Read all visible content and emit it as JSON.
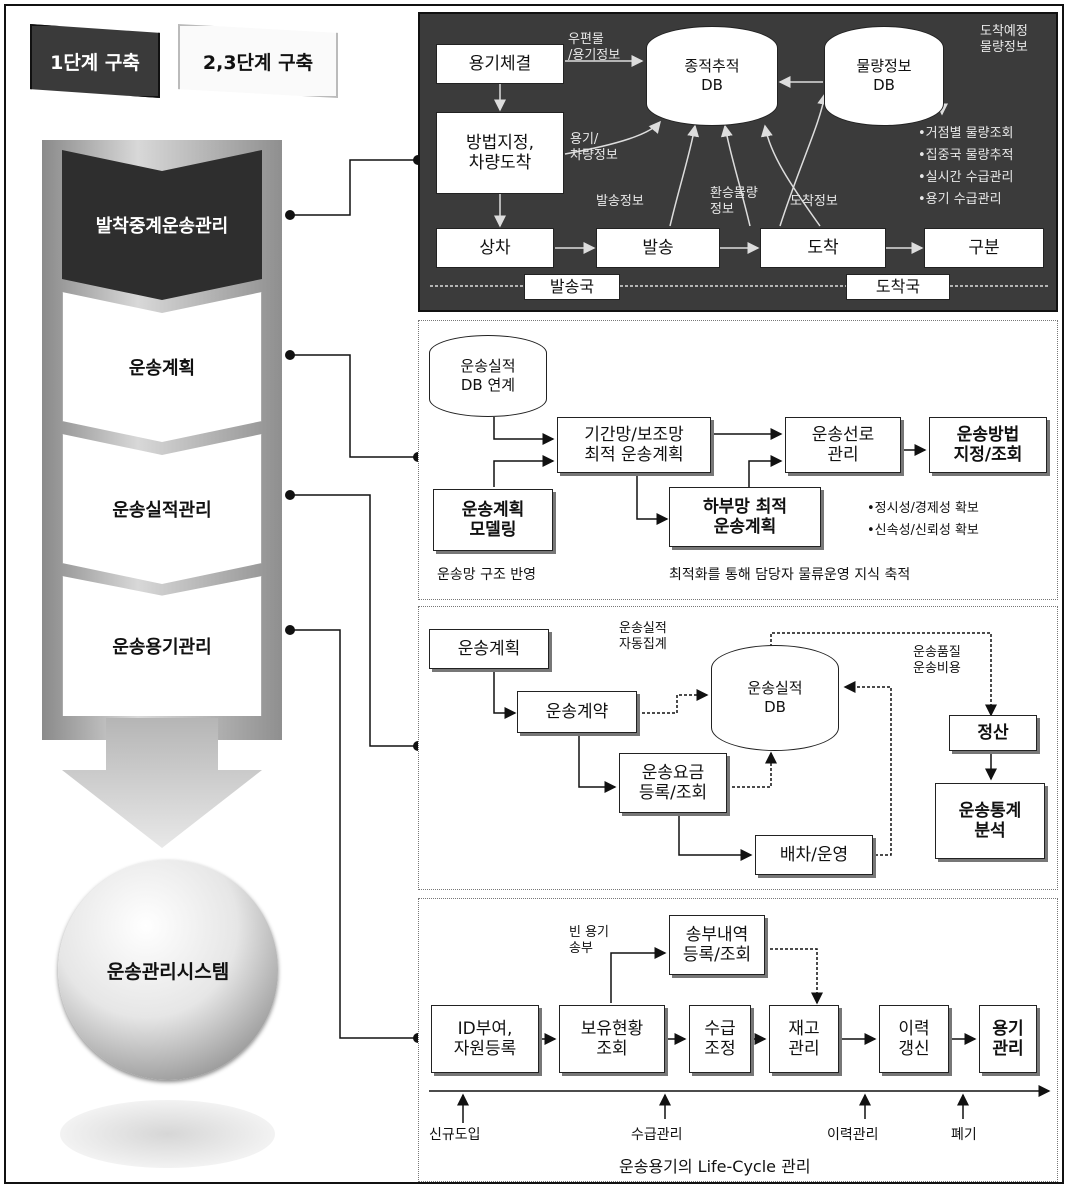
{
  "legend": {
    "stage1": "1단계 구축",
    "stage23": "2,3단계 구축"
  },
  "left_column": {
    "items": [
      "발착중계운송관리",
      "운송계획",
      "운송실적관리",
      "운송용기관리"
    ],
    "result": "운송관리시스템"
  },
  "panel1": {
    "boxes": {
      "container_bind": "용기체결",
      "route_assign": "방법지정,\n차량도착",
      "loading": "상차",
      "dispatch": "발송",
      "arrival": "도착",
      "sort": "구분"
    },
    "dbs": {
      "tracking": "종적추적\nDB",
      "volume": "물량정보\nDB"
    },
    "labels": {
      "mail_container": "우편물\n/용기정보",
      "container_vehicle": "용기/\n차량정보",
      "dispatch_info": "발송정보",
      "transfer_info": "환승물량\n정보",
      "arrival_info": "도착정보",
      "arrival_plan": "도착예정\n물량정보",
      "bullets": [
        "•거점별 물량조회",
        "•집중국 물량추적",
        "•실시간 수급관리",
        "•용기 수급관리"
      ]
    },
    "stations": {
      "origin": "발송국",
      "destination": "도착국"
    }
  },
  "panel2": {
    "db": "운송실적\nDB 연계",
    "boxes": {
      "trunk_plan": "기간망/보조망\n최적 운송계획",
      "route_mgmt": "운송선로\n관리",
      "method": "운송방법\n지정/조회",
      "modeling": "운송계획\n모델링",
      "sub_plan": "하부망 최적\n운송계획"
    },
    "labels": {
      "bullet1": "•정시성/경제성 확보",
      "bullet2": "•신속성/신뢰성 확보",
      "structure": "운송망 구조 반영",
      "knowledge": "최적화를 통해 담당자 물류운영 지식 축적"
    }
  },
  "panel3": {
    "db": "운송실적\nDB",
    "boxes": {
      "plan": "운송계획",
      "contract": "운송계약",
      "fee": "운송요금\n등록/조회",
      "dispatch": "배차/운영",
      "settle": "정산",
      "stats": "운송통계\n분석"
    },
    "labels": {
      "auto_collect": "운송실적\n자동집계",
      "quality_cost": "운송품질\n운송비용"
    }
  },
  "panel4": {
    "boxes": {
      "id_assign": "ID부여,\n자원등록",
      "holding": "보유현황\n조회",
      "shipping": "송부내역\n등록/조회",
      "supply": "수급\n조정",
      "stock": "재고\n관리",
      "history": "이력\n갱신",
      "container": "용기\n관리"
    },
    "labels": {
      "empty_send": "빈 용기\n송부",
      "new_intro": "신규도입",
      "supply_mgmt": "수급관리",
      "history_mgmt": "이력관리",
      "disposal": "폐기",
      "lifecycle": "운송용기의 Life-Cycle 관리"
    }
  }
}
